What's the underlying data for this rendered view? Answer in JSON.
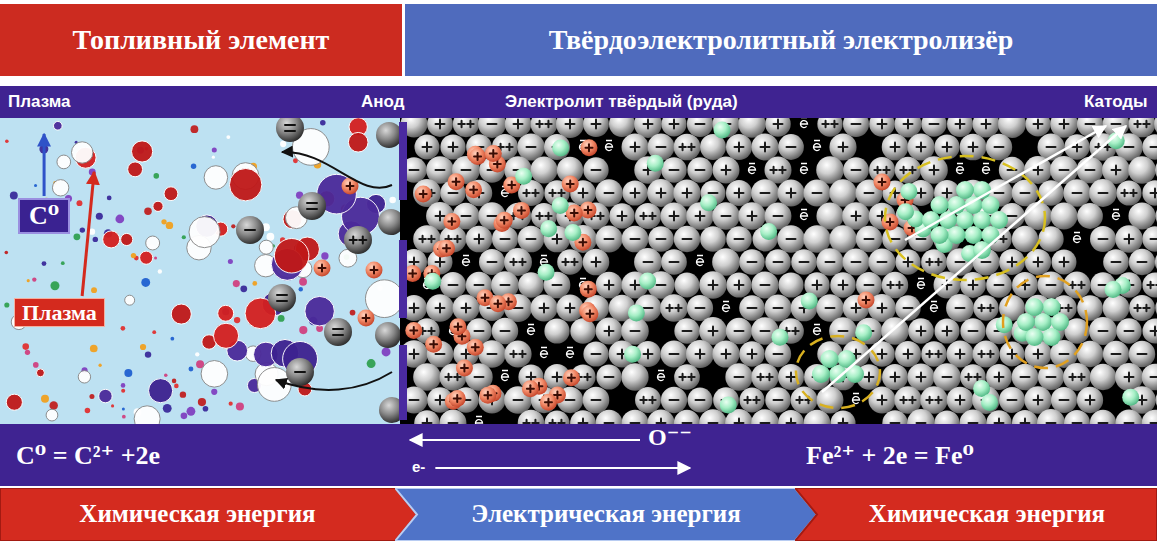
{
  "diagram": {
    "nodes": [
      {
        "text": [
          "Топливный элемент"
        ]
      },
      {
        "text": [
          "Твёрдоэлектролитный электролизёр"
        ]
      },
      {
        "text": [
          "Плазма",
          "Анод",
          "Электролит твёрдый (руда)",
          "Катоды"
        ]
      },
      {
        "text": [
          "C⁰"
        ]
      },
      {
        "text": [
          "Плазма"
        ]
      },
      {
        "text": [
          "C⁰ = C²⁺ +2e",
          "O⁻⁻",
          "e-",
          "Fe²⁺ + 2e = Fe⁰"
        ]
      },
      {
        "text": [
          "Химическая энергия"
        ]
      },
      {
        "text": [
          "Электрическая энергия"
        ]
      },
      {
        "text": [
          "Химическая энергия"
        ]
      }
    ]
  }
}
